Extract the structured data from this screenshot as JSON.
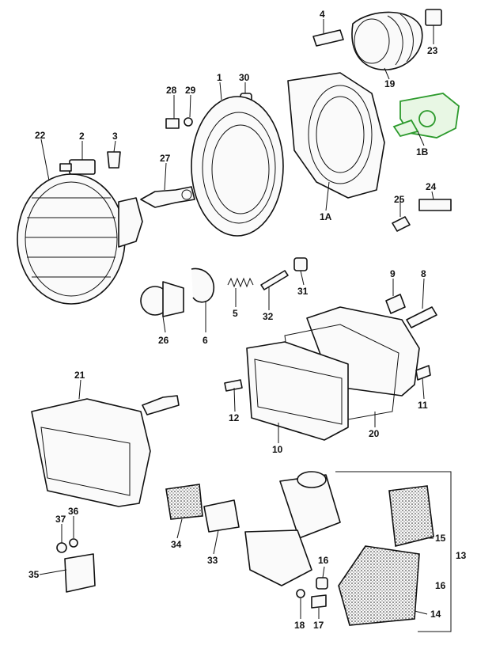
{
  "diagram": {
    "highlight_color": "#2c9a2c",
    "labels": {
      "l1": "1",
      "l1A": "1A",
      "l1B": "1B",
      "l2": "2",
      "l3": "3",
      "l4": "4",
      "l5": "5",
      "l6": "6",
      "l8": "8",
      "l9": "9",
      "l10": "10",
      "l11": "11",
      "l12": "12",
      "l13": "13",
      "l14": "14",
      "l15": "15",
      "l16a": "16",
      "l16b": "16",
      "l17": "17",
      "l18": "18",
      "l19": "19",
      "l20": "20",
      "l21": "21",
      "l22": "22",
      "l23": "23",
      "l24": "24",
      "l25": "25",
      "l26": "26",
      "l27": "27",
      "l28": "28",
      "l29": "29",
      "l30": "30",
      "l31": "31",
      "l32": "32",
      "l33": "33",
      "l34": "34",
      "l35": "35",
      "l36": "36",
      "l37": "37"
    }
  }
}
